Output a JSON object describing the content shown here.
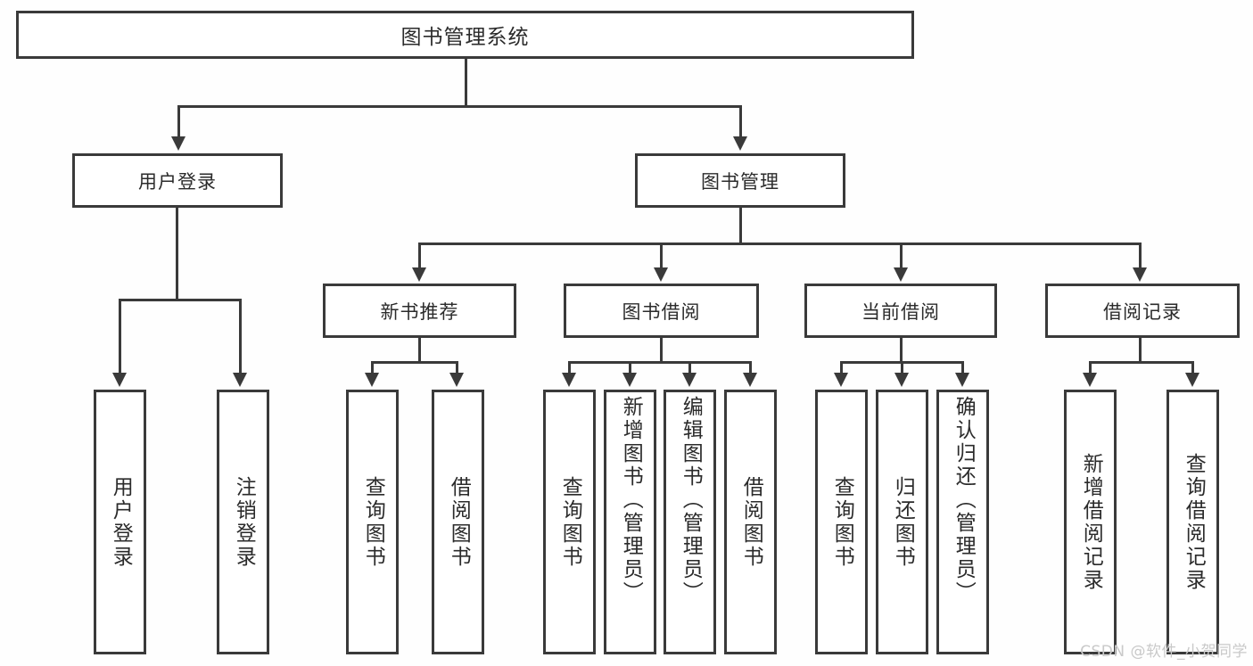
{
  "diagram": {
    "type": "tree-hierarchy",
    "title": "图书管理系统",
    "root": {
      "label": "图书管理系统"
    },
    "level2": [
      {
        "id": "user-login",
        "label": "用户登录"
      },
      {
        "id": "book-manage",
        "label": "图书管理"
      }
    ],
    "level3": [
      {
        "id": "new-book-recommend",
        "label": "新书推荐",
        "parent": "book-manage"
      },
      {
        "id": "book-borrow",
        "label": "图书借阅",
        "parent": "book-manage"
      },
      {
        "id": "current-borrow",
        "label": "当前借阅",
        "parent": "book-manage"
      },
      {
        "id": "borrow-record",
        "label": "借阅记录",
        "parent": "book-manage"
      }
    ],
    "leaves": {
      "user_login": [
        {
          "id": "leaf-user-login",
          "label": "用户登录"
        },
        {
          "id": "leaf-logout",
          "label": "注销登录"
        }
      ],
      "new_book_recommend": [
        {
          "id": "leaf-query-book-1",
          "label": "查询图书"
        },
        {
          "id": "leaf-borrow-book-1",
          "label": "借阅图书"
        }
      ],
      "book_borrow": [
        {
          "id": "leaf-query-book-2",
          "label": "查询图书"
        },
        {
          "id": "leaf-add-book",
          "label": "新增图书（管理员）"
        },
        {
          "id": "leaf-edit-book",
          "label": "编辑图书（管理员）"
        },
        {
          "id": "leaf-borrow-book-2",
          "label": "借阅图书"
        }
      ],
      "current_borrow": [
        {
          "id": "leaf-query-book-3",
          "label": "查询图书"
        },
        {
          "id": "leaf-return-book",
          "label": "归还图书"
        },
        {
          "id": "leaf-confirm-return",
          "label": "确认归还（管理员）"
        }
      ],
      "borrow_record": [
        {
          "id": "leaf-add-record",
          "label": "新增借阅记录"
        },
        {
          "id": "leaf-query-record",
          "label": "查询借阅记录"
        }
      ]
    }
  },
  "watermark": {
    "text": "CSDN @软件_小贺同学"
  },
  "colors": {
    "border": "#3a3a3a",
    "text": "#2b2b2b",
    "background": "#fefefe",
    "watermark": "#c9c9c9"
  }
}
